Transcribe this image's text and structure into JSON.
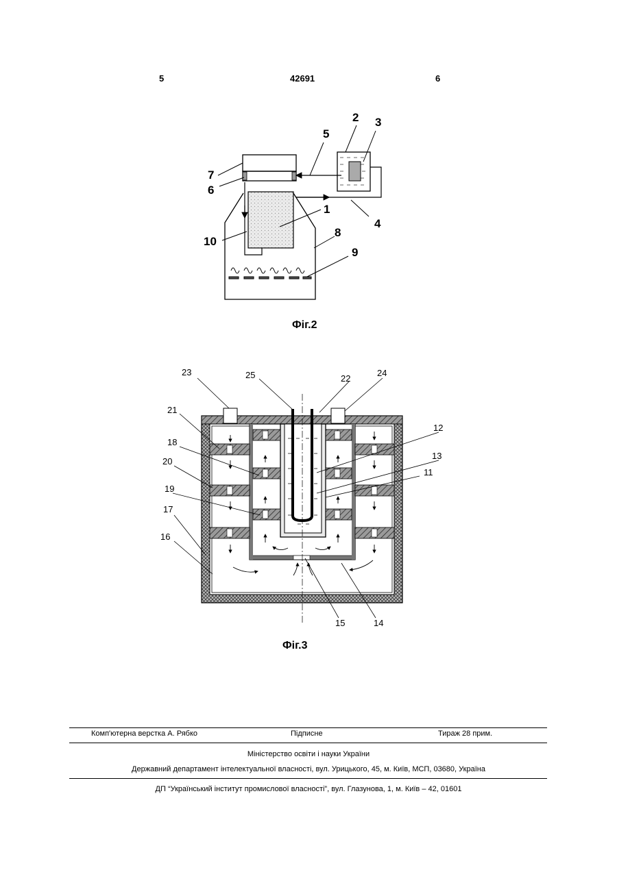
{
  "header": {
    "page_left": "5",
    "patent_number": "42691",
    "page_right": "6"
  },
  "fig2": {
    "caption": "Фіг.2",
    "labels": [
      "1",
      "2",
      "3",
      "4",
      "5",
      "6",
      "7",
      "8",
      "9",
      "10"
    ]
  },
  "fig3": {
    "caption": "Фіг.3",
    "labels": [
      "11",
      "12",
      "13",
      "14",
      "15",
      "16",
      "17",
      "18",
      "19",
      "20",
      "21",
      "22",
      "23",
      "24",
      "25"
    ]
  },
  "footer": {
    "layout": "Комп'ютерна верстка А. Рябко",
    "signed": "Підписне",
    "circulation": "Тираж 28 прим.",
    "ministry": "Міністерство освіти і науки України",
    "department": "Державний департамент інтелектуальної власності, вул. Урицького, 45, м. Київ, МСП, 03680, Україна",
    "institute": "ДП “Український інститут промислової власності”, вул. Глазунова, 1, м. Київ – 42, 01601"
  }
}
